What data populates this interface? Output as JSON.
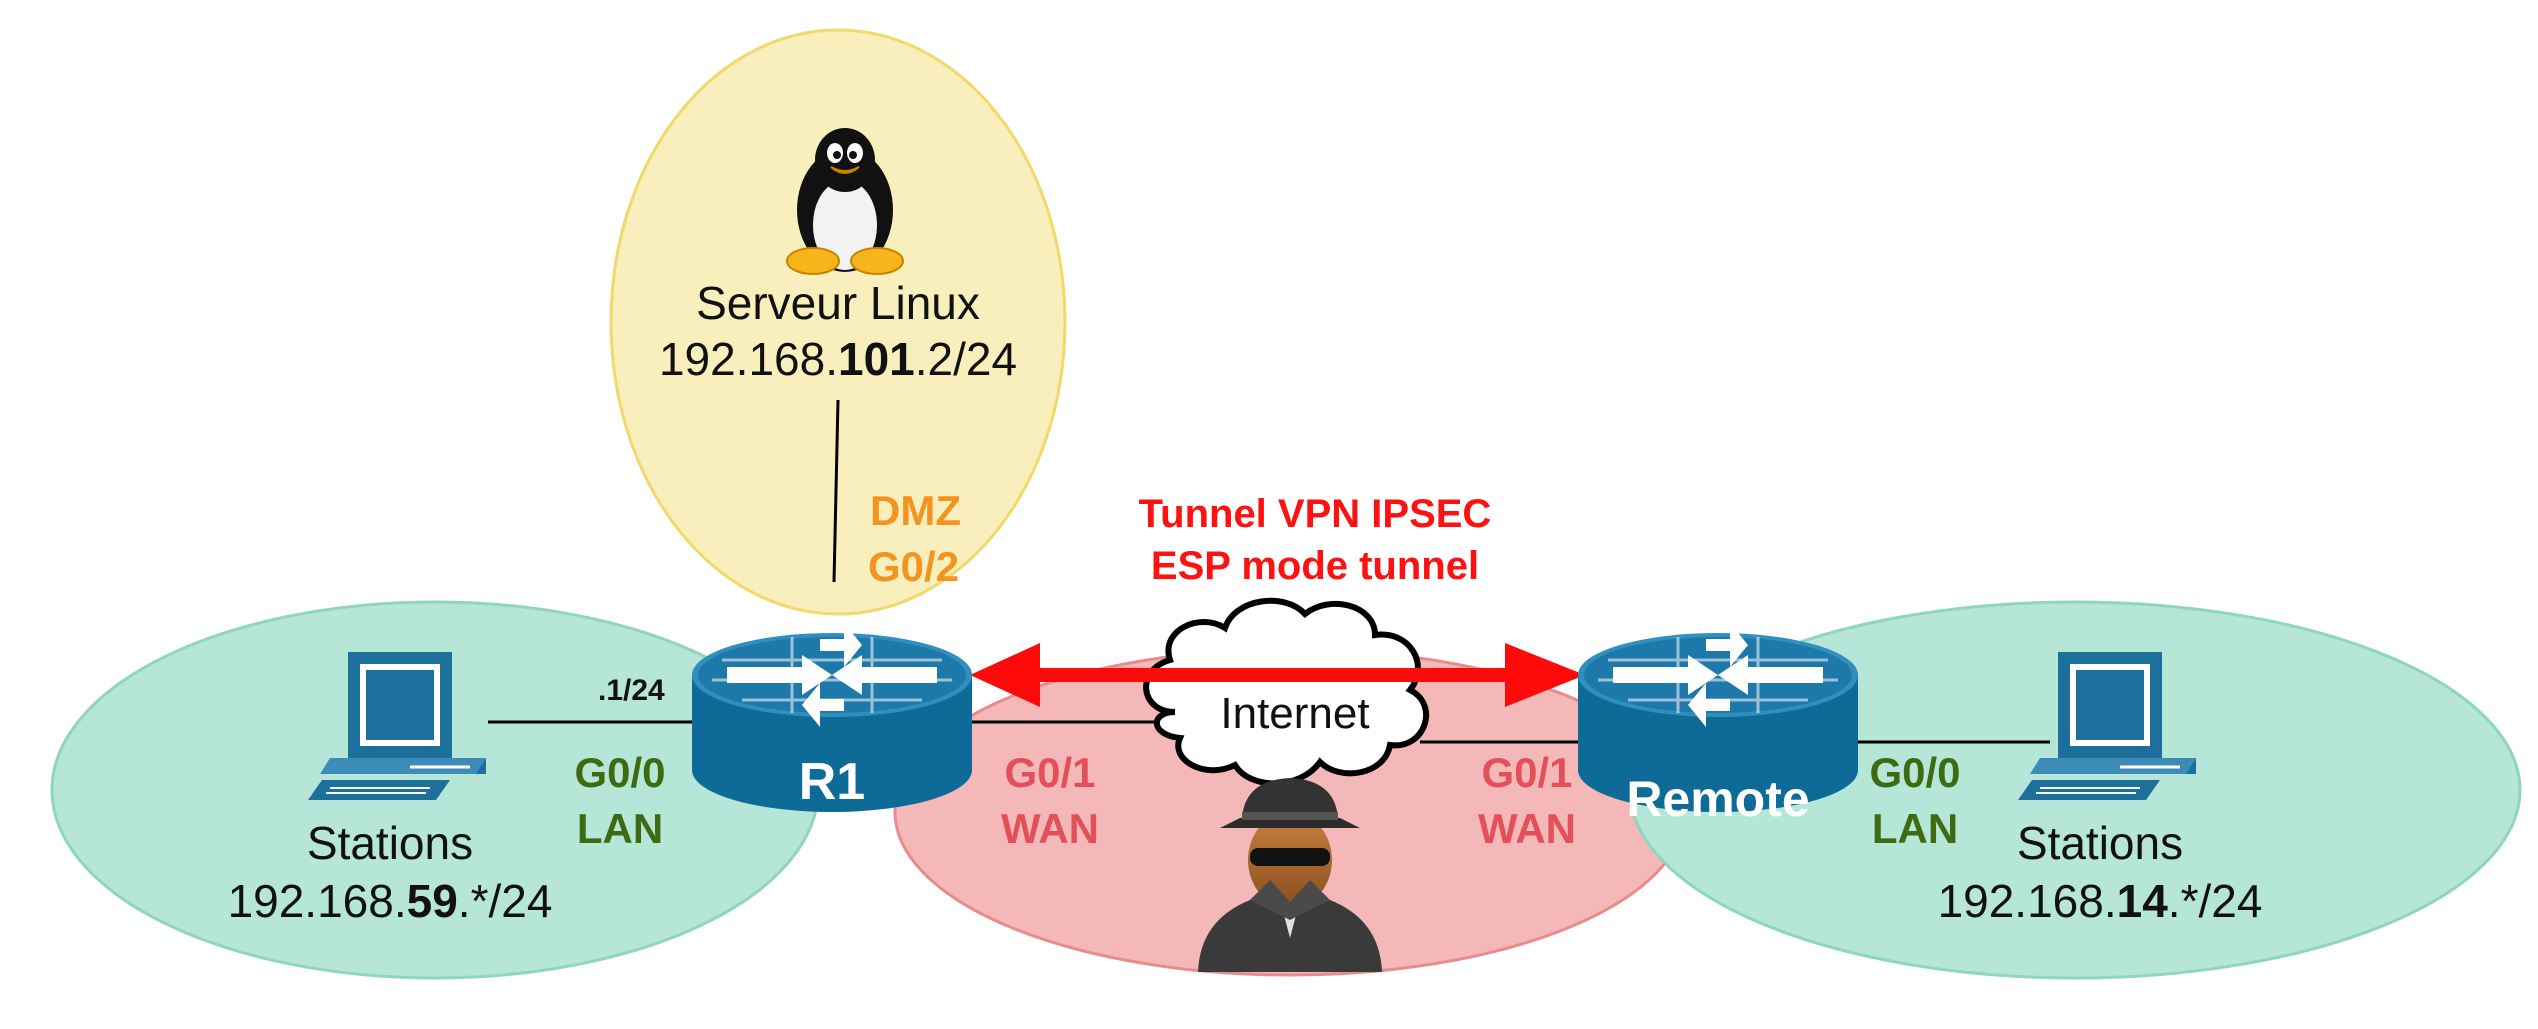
{
  "colors": {
    "lan_zone_fill": "#b5e6d8",
    "lan_zone_stroke": "#8fd5c0",
    "dmz_zone_fill": "#f8efbd",
    "dmz_zone_stroke": "#f1d96a",
    "wan_zone_fill": "#f4b8b8",
    "wan_zone_stroke": "#e98b8b",
    "router_blue": "#0e6a96",
    "device_blue": "#1d6f9c",
    "vpn_arrow": "#ff0a0a",
    "lan_label": "#3e6b12",
    "dmz_label": "#f39320",
    "wan_label": "#e4505a",
    "vpn_label": "#ff1111"
  },
  "dmz": {
    "icon": "linux-penguin-icon",
    "title": "Serveur Linux",
    "ip_prefix": "192.168.",
    "ip_bold": "101",
    "ip_suffix": ".2/24",
    "iface_name": "DMZ",
    "iface_port": "G0/2"
  },
  "lan_left": {
    "icon": "computer-icon",
    "title": "Stations",
    "ip_prefix": "192.168.",
    "ip_bold": "59",
    "ip_suffix": ".*/24",
    "iface_port": "G0/0",
    "iface_name": "LAN",
    "gateway": ".1/24"
  },
  "lan_right": {
    "icon": "computer-icon",
    "title": "Stations",
    "ip_prefix": "192.168.",
    "ip_bold": "14",
    "ip_suffix": ".*/24",
    "iface_port": "G0/0",
    "iface_name": "LAN"
  },
  "router_left": {
    "icon": "router-icon",
    "name": "R1",
    "wan_port": "G0/1",
    "wan_name": "WAN"
  },
  "router_right": {
    "icon": "router-icon",
    "name": "Remote",
    "wan_port": "G0/1",
    "wan_name": "WAN"
  },
  "internet": {
    "icon": "cloud-icon",
    "label": "Internet"
  },
  "attacker": {
    "icon": "hacker-spy-icon"
  },
  "vpn": {
    "line1": "Tunnel VPN IPSEC",
    "line2": "ESP mode tunnel",
    "icon": "double-arrow-icon"
  }
}
